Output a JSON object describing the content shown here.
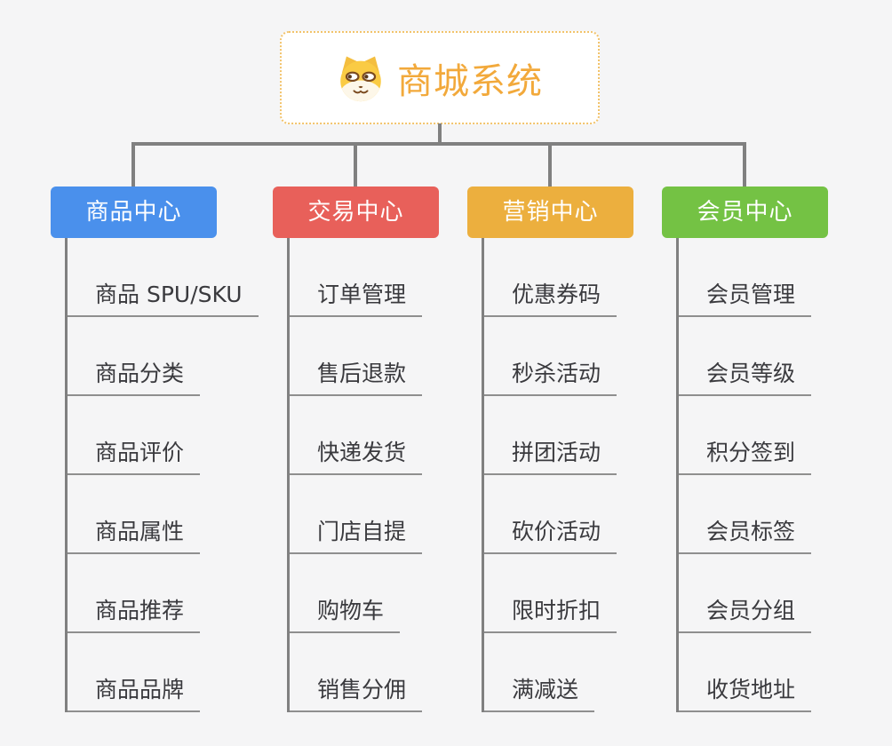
{
  "root": {
    "title": "商城系统",
    "icon": "dog-icon"
  },
  "branches": [
    {
      "label": "商品中心",
      "color": "#4a90ec",
      "children": [
        "商品 SPU/SKU",
        "商品分类",
        "商品评价",
        "商品属性",
        "商品推荐",
        "商品品牌"
      ]
    },
    {
      "label": "交易中心",
      "color": "#e8605a",
      "children": [
        "订单管理",
        "售后退款",
        "快递发货",
        "门店自提",
        "购物车",
        "销售分佣"
      ]
    },
    {
      "label": "营销中心",
      "color": "#ecaf3e",
      "children": [
        "优惠券码",
        "秒杀活动",
        "拼团活动",
        "砍价活动",
        "限时折扣",
        "满减送"
      ]
    },
    {
      "label": "会员中心",
      "color": "#74c244",
      "children": [
        "会员管理",
        "会员等级",
        "积分签到",
        "会员标签",
        "会员分组",
        "收货地址"
      ]
    }
  ],
  "colors": {
    "background": "#f5f5f6",
    "root_border": "#f2c36b",
    "root_text": "#f2a93b",
    "connector": "#808080",
    "underline": "#8f8f8f",
    "child_text": "#3a3a3e"
  }
}
